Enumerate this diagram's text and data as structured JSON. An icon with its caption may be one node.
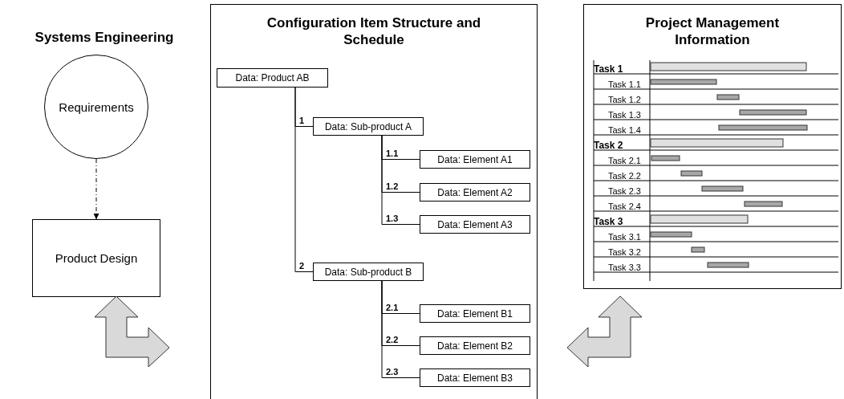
{
  "diagram": {
    "nodes": [
      {
        "text": [
          "Requirements"
        ]
      },
      {
        "text": [
          "Product Design"
        ]
      },
      {
        "text": [
          "Configuration Item Structure and Schedule"
        ]
      },
      {
        "text": [
          "Data: Product AB"
        ],
        "in": 2
      },
      {
        "text": [
          "Data: Sub-product A"
        ],
        "in": 2
      },
      {
        "text": [
          "Data: Element A1"
        ],
        "in": 2
      },
      {
        "text": [
          "Data: Element A2"
        ],
        "in": 2
      },
      {
        "text": [
          "Data: Element A3"
        ],
        "in": 2
      },
      {
        "text": [
          "Data: Sub-product B"
        ],
        "in": 2
      },
      {
        "text": [
          "Data: Element B1"
        ],
        "in": 2
      },
      {
        "text": [
          "Data: Element B2"
        ],
        "in": 2
      },
      {
        "text": [
          "Data: Element B3"
        ],
        "in": 2
      },
      {
        "text": [
          "Project Management Information"
        ]
      }
    ],
    "edges": [
      {
        "from": 0,
        "to": 1,
        "arrow": "to",
        "style": "dashed"
      },
      {
        "from": 3,
        "to": 4,
        "arrow": "none",
        "label": "1"
      },
      {
        "from": 4,
        "to": 5,
        "arrow": "none",
        "label": "1.1"
      },
      {
        "from": 4,
        "to": 6,
        "arrow": "none",
        "label": "1.2"
      },
      {
        "from": 4,
        "to": 7,
        "arrow": "none",
        "label": "1.3"
      },
      {
        "from": 3,
        "to": 8,
        "arrow": "none",
        "label": "2"
      },
      {
        "from": 8,
        "to": 9,
        "arrow": "none",
        "label": "2.1"
      },
      {
        "from": 8,
        "to": 10,
        "arrow": "none",
        "label": "2.2"
      },
      {
        "from": 8,
        "to": 11,
        "arrow": "none",
        "label": "2.3"
      },
      {
        "from": 1,
        "to": 2,
        "arrow": "both",
        "style": "thick"
      },
      {
        "from": 12,
        "to": 2,
        "arrow": "both",
        "style": "thick"
      }
    ],
    "labels": [
      "Systems Engineering",
      "Task 1",
      "Task 1.1",
      "Task 1.2",
      "Task 1.3",
      "Task 1.4",
      "Task 2",
      "Task 2.1",
      "Task 2.2",
      "Task 2.3",
      "Task 2.4",
      "Task 3",
      "Task 3.1",
      "Task 3.2",
      "Task 3.3"
    ]
  }
}
